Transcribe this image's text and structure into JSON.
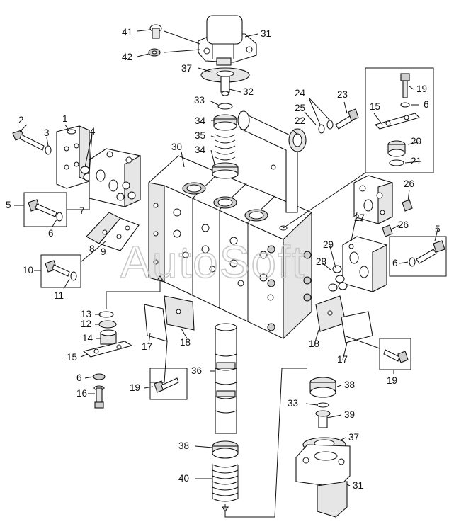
{
  "watermark": "AutoSoft",
  "callouts": {
    "c1": "1",
    "c2": "2",
    "c3": "3",
    "c4": "4",
    "c5l": "5",
    "c5r": "5",
    "c6l": "6",
    "c6r": "6",
    "c6b": "6",
    "c6t": "6",
    "c7": "7",
    "c8": "8",
    "c9": "9",
    "c10": "10",
    "c11": "11",
    "c12": "12",
    "c13": "13",
    "c14": "14",
    "c15l": "15",
    "c15r": "15",
    "c16": "16",
    "c17l": "17",
    "c17r": "17",
    "c18l": "18",
    "c18r": "18",
    "c19l": "19",
    "c19r": "19",
    "c19t": "19",
    "c20": "20",
    "c21": "21",
    "c22": "22",
    "c23": "23",
    "c24": "24",
    "c25": "25",
    "c26a": "26",
    "c26b": "26",
    "c27": "27",
    "c28": "28",
    "c29": "29",
    "c30": "30",
    "c31t": "31",
    "c31b": "31",
    "c32": "32",
    "c33t": "33",
    "c33b": "33",
    "c34a": "34",
    "c34b": "34",
    "c35": "35",
    "c36": "36",
    "c37t": "37",
    "c37b": "37",
    "c38a": "38",
    "c38b": "38",
    "c39": "39",
    "c40": "40",
    "c41": "41",
    "c42": "42"
  }
}
